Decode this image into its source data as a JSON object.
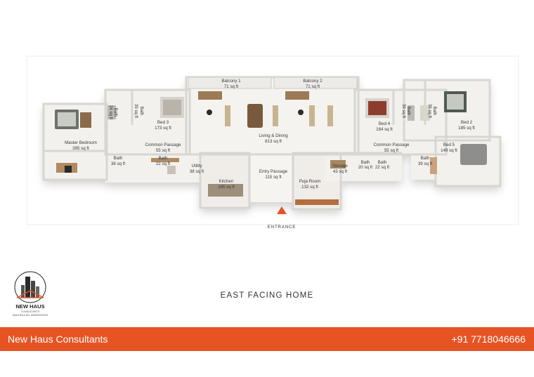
{
  "rooms": {
    "balcony1": {
      "name": "Balcony 1",
      "area": "71 sq ft"
    },
    "balcony2": {
      "name": "Balcony 2",
      "area": "71 sq ft"
    },
    "master_bedroom": {
      "name": "Master Bedroom",
      "area": "395 sq ft"
    },
    "bath_left_vertical": {
      "name": "Bath",
      "area": "39 sq ft"
    },
    "bath_left_vertical2": {
      "name": "Bath",
      "area": "24 sq ft"
    },
    "bed3": {
      "name": "Bed 3",
      "area": "173 sq ft"
    },
    "common_passage_left": {
      "name": "Common Passage",
      "area": "55 sq ft"
    },
    "bath_master": {
      "name": "Bath",
      "area": "38 sq ft"
    },
    "bath_small": {
      "name": "Bath",
      "area": "22 sq ft"
    },
    "utility": {
      "name": "Utility",
      "area": "38 sq ft"
    },
    "kitchen": {
      "name": "Kitchen",
      "area": "165 sq ft"
    },
    "living_dining": {
      "name": "Living & Dining",
      "area": "813 sq ft"
    },
    "entry_passage": {
      "name": "Entry Passage",
      "area": "115 sq ft"
    },
    "puja_room": {
      "name": "Puja Room",
      "area": "132 sq ft"
    },
    "storage": {
      "name": "Storage",
      "area": "43 sq ft"
    },
    "bath_storage1": {
      "name": "Bath",
      "area": "20 sq ft"
    },
    "bath_storage2": {
      "name": "Bath",
      "area": "22 sq ft"
    },
    "bed4": {
      "name": "Bed 4",
      "area": "164 sq ft"
    },
    "common_passage_right": {
      "name": "Common Passage",
      "area": "55 sq ft"
    },
    "bath_right_vertical": {
      "name": "Bath",
      "area": "39 sq ft"
    },
    "bath_right_vertical2": {
      "name": "Bath",
      "area": "39 sq ft"
    },
    "bed2": {
      "name": "Bed 2",
      "area": "185 sq ft"
    },
    "bed5": {
      "name": "Bed 5",
      "area": "149 sq ft"
    },
    "bath_right": {
      "name": "Bath",
      "area": "39 sq ft"
    }
  },
  "entrance_label": "ENTRANCE",
  "caption": "EAST FACING HOME",
  "logo": {
    "brand": "NEW HAUS",
    "small1": "CONSULTANTS",
    "small2": "Maha Rera NO. A52800034230"
  },
  "footer": {
    "company": "New Haus Consultants",
    "phone": "+91 7718046666"
  },
  "colors": {
    "accent": "#e65424",
    "entrance_marker": "#e65424"
  }
}
